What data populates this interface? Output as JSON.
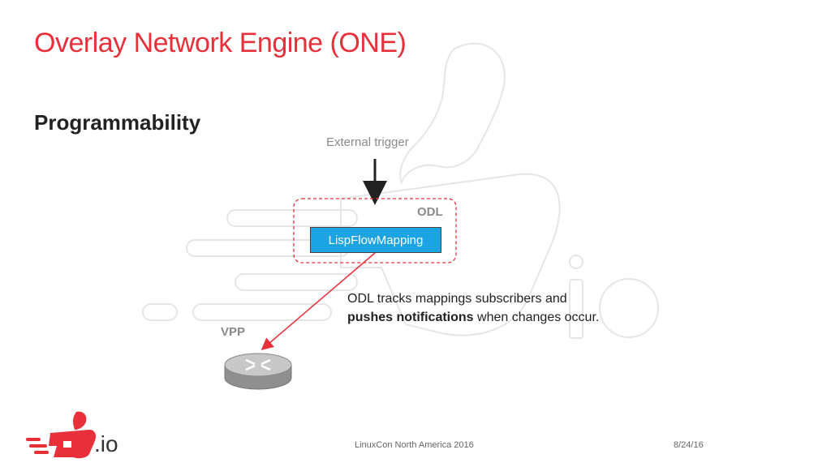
{
  "slide": {
    "title": "Overlay Network Engine (ONE)",
    "subtitle": "Programmability"
  },
  "diagram": {
    "external_trigger_label": "External trigger",
    "odl_label": "ODL",
    "lispflowmapping_label": "LispFlowMapping",
    "vpp_label": "VPP",
    "note_line1": "ODL tracks mappings subscribers and",
    "note_bold": "pushes notifications",
    "note_rest": " when changes occur.",
    "odl_box_border_color": "#e8303a",
    "arrow_color": "#e8303a",
    "lfm_fill_color": "#1ba3e4"
  },
  "footer": {
    "event": "LinuxCon North America 2016",
    "date": "8/24/16",
    "logo_suffix": ".io"
  },
  "colors": {
    "title": "#e8303a",
    "watermark": "#e9e9e9"
  }
}
